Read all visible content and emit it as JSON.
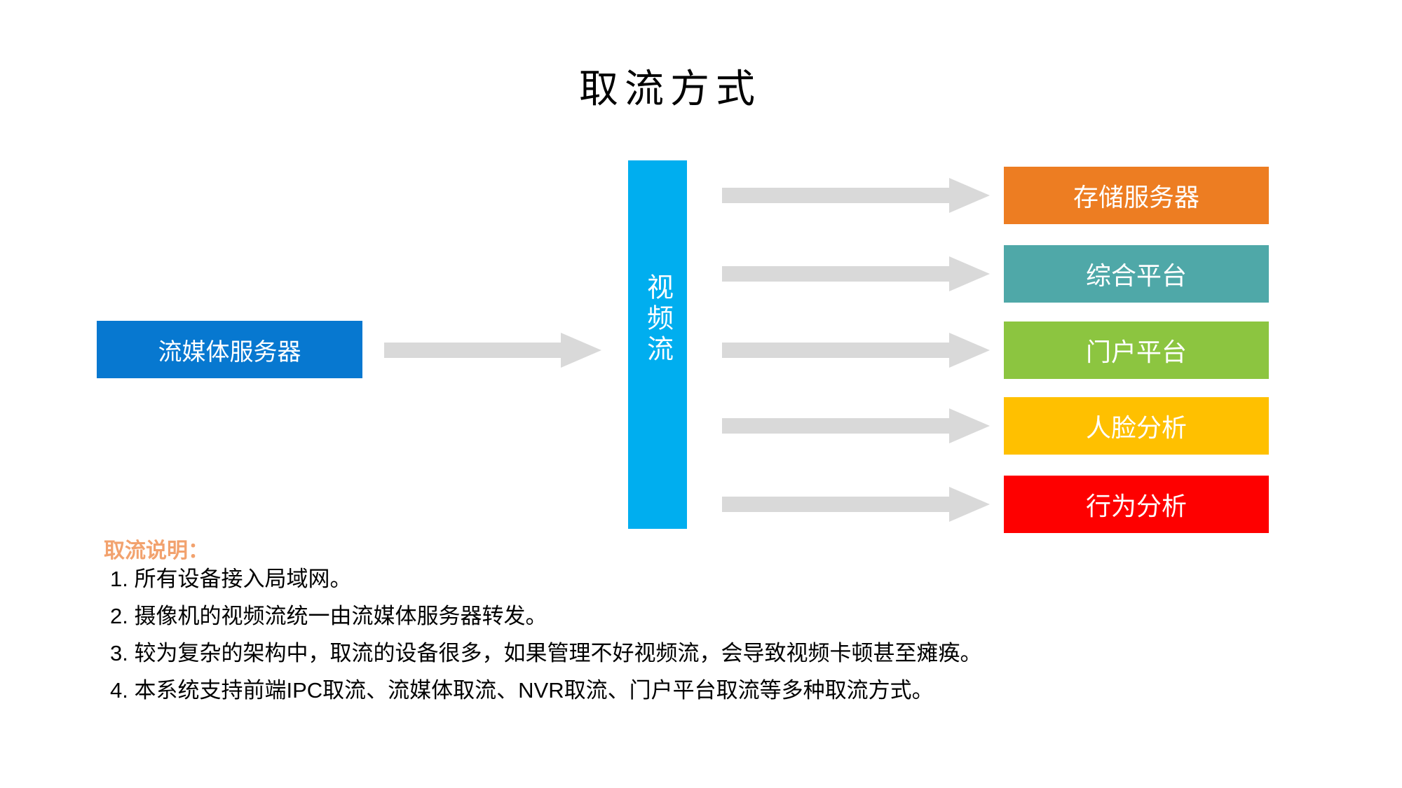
{
  "title": "取流方式",
  "colors": {
    "arrow": "#d9d9d9",
    "notes_heading": "#f2a26e"
  },
  "flow": {
    "source": {
      "label": "流媒体服务器",
      "color": "#0778d0"
    },
    "stream": {
      "label": "视频流",
      "color": "#00aeef"
    },
    "targets": [
      {
        "label": "存储服务器",
        "color": "#ed7d22"
      },
      {
        "label": "综合平台",
        "color": "#4fa8a8"
      },
      {
        "label": "门户平台",
        "color": "#8cc540"
      },
      {
        "label": "人脸分析",
        "color": "#ffc000"
      },
      {
        "label": "行为分析",
        "color": "#fe0000"
      }
    ]
  },
  "notes": {
    "heading": "取流说明：",
    "items": [
      "1. 所有设备接入局域网。",
      "2. 摄像机的视频流统一由流媒体服务器转发。",
      "3. 较为复杂的架构中，取流的设备很多，如果管理不好视频流，会导致视频卡顿甚至瘫痪。",
      "4. 本系统支持前端IPC取流、流媒体取流、NVR取流、门户平台取流等多种取流方式。"
    ]
  }
}
